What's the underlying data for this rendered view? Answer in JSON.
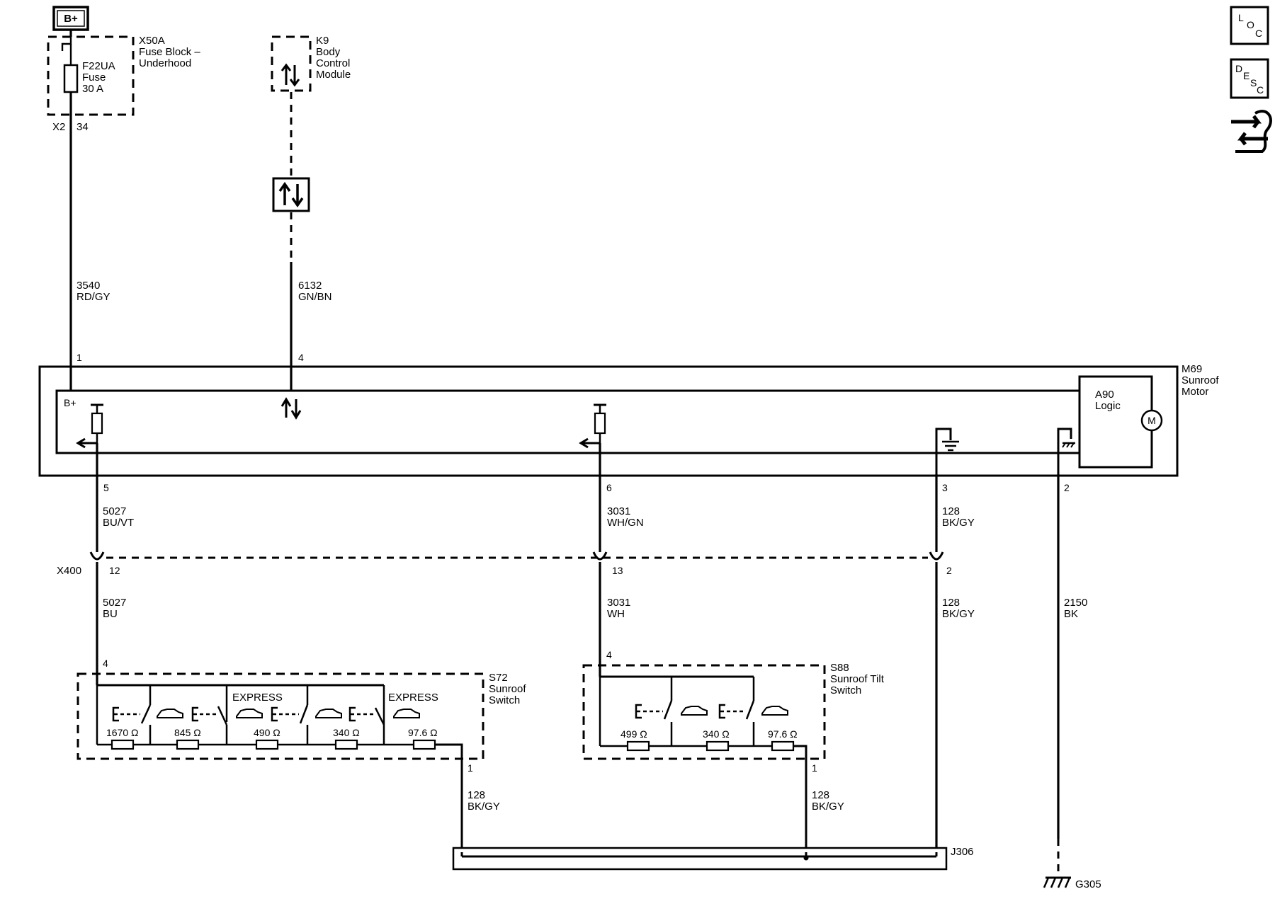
{
  "power": {
    "label": "B+"
  },
  "nav": {
    "loc": [
      "L",
      "O",
      "C"
    ],
    "desc": [
      "D",
      "E",
      "S",
      "C"
    ],
    "connector_icon": "connector-end-view-icon"
  },
  "fuse_block": {
    "name": "X50A",
    "desc1": "Fuse Block –",
    "desc2": "Underhood",
    "fuse1": "F22UA",
    "fuse2": "Fuse",
    "fuse3": "30 A",
    "conn": "X2",
    "pin": "34"
  },
  "bcm": {
    "name": "K9",
    "desc1": "Body",
    "desc2": "Control",
    "desc3": "Module"
  },
  "circuits": {
    "c3540": {
      "num": "3540",
      "color": "RD/GY"
    },
    "c6132": {
      "num": "6132",
      "color": "GN/BN"
    },
    "c5027a": {
      "num": "5027",
      "color": "BU/VT"
    },
    "c3031a": {
      "num": "3031",
      "color": "WH/GN"
    },
    "c128a": {
      "num": "128",
      "color": "BK/GY"
    },
    "c5027b": {
      "num": "5027",
      "color": "BU"
    },
    "c3031b": {
      "num": "3031",
      "color": "WH"
    },
    "c128b": {
      "num": "128",
      "color": "BK/GY"
    },
    "c2150": {
      "num": "2150",
      "color": "BK"
    },
    "c128c": {
      "num": "128",
      "color": "BK/GY"
    },
    "c128d": {
      "num": "128",
      "color": "BK/GY"
    }
  },
  "motor": {
    "name": "M69",
    "desc1": "Sunroof",
    "desc2": "Motor",
    "logic_name": "A90",
    "logic_desc": "Logic",
    "motor_symbol": "M",
    "bplus": "B+",
    "pins": {
      "p1": "1",
      "p4": "4",
      "p5": "5",
      "p6": "6",
      "p3": "3",
      "p2": "2"
    }
  },
  "x400": {
    "name": "X400",
    "pins": {
      "a": "12",
      "b": "13",
      "c": "2"
    }
  },
  "s72": {
    "name": "S72",
    "desc1": "Sunroof",
    "desc2": "Switch",
    "pin_top": "4",
    "pin_bottom": "1",
    "express1": "EXPRESS",
    "express2": "EXPRESS",
    "resistors": [
      "1670 Ω",
      "845 Ω",
      "490 Ω",
      "340 Ω",
      "97.6 Ω"
    ],
    "e_mark": "E"
  },
  "s88": {
    "name": "S88",
    "desc1": "Sunroof Tilt",
    "desc2": "Switch",
    "pin_top": "4",
    "pin_bottom": "1",
    "resistors": [
      "499  Ω",
      "340 Ω",
      "97.6 Ω"
    ],
    "e_mark": "E"
  },
  "splice": {
    "name": "J306"
  },
  "ground": {
    "name": "G305"
  }
}
